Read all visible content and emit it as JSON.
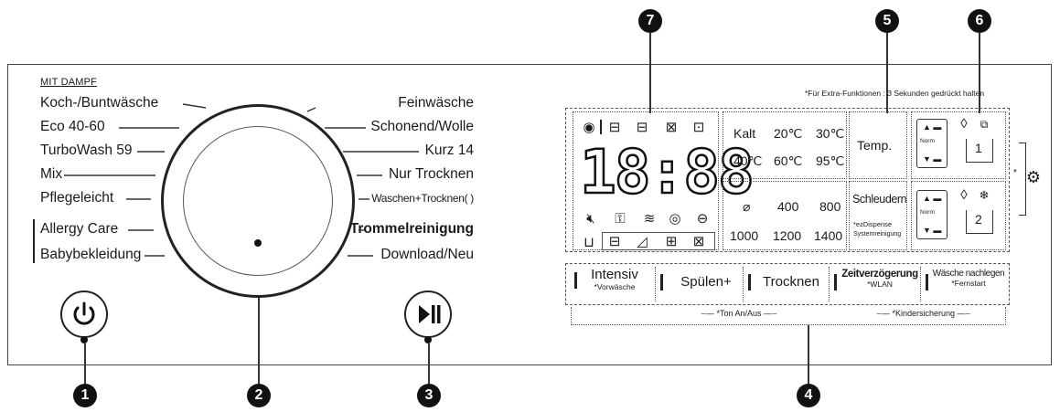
{
  "callouts": [
    "1",
    "2",
    "3",
    "4",
    "5",
    "6",
    "7"
  ],
  "steam_label": "MIT DAMPF",
  "left_programs": [
    "Koch-/Buntwäsche",
    "Eco 40-60",
    "TurboWash 59",
    "Mix",
    "Pflegeleicht",
    "Allergy Care",
    "Babybekleidung"
  ],
  "right_programs": [
    "Feinwäsche",
    "Schonend/Wolle",
    "Kurz 14",
    "Nur Trocknen",
    "Waschen+Trocknen(  )",
    "Trommelreinigung",
    "Download/Neu"
  ],
  "extra_note": "*Für Extra-Funktionen : 3 Sekunden gedrückt halten",
  "display": {
    "digits": "18:88",
    "top_icons": [
      "tag-icon",
      "basket-icon",
      "basket-steam-icon",
      "shirt-icon",
      "shirt-tag-icon"
    ],
    "mid_icons": [
      "mute-icon",
      "child-lock-icon",
      "wifi-icon",
      "smart-diagnosis-icon",
      "no-entry-icon"
    ],
    "bottom_icons": [
      "tub-icon",
      "wash-icon",
      "rinse-icon",
      "spin-icon",
      "dry-icon"
    ]
  },
  "temp": {
    "values": [
      "Kalt",
      "20℃",
      "30℃",
      "40℃",
      "60℃",
      "95℃"
    ],
    "button": "Temp."
  },
  "spin": {
    "values": [
      "⌀",
      "400",
      "800",
      "1000",
      "1200",
      "1400"
    ],
    "button": "Schleudern",
    "sub1": "*ezDispense",
    "sub2": "Systemreinigung"
  },
  "dispense": {
    "norm1": "Norm",
    "slot1": "1",
    "norm2": "Norm",
    "slot2": "2",
    "gear_mark": "*"
  },
  "options": [
    {
      "label": "Intensiv",
      "sub": "*Vorwäsche"
    },
    {
      "label": "Spülen+",
      "sub": ""
    },
    {
      "label": "Trocknen",
      "sub": ""
    },
    {
      "label": "Zeitverzögerung",
      "sub": "*WLAN"
    },
    {
      "label": "Wäsche nachlegen",
      "sub": "*Fernstart"
    }
  ],
  "combo1": "*Ton An/Aus",
  "combo2": "*Kindersicherung"
}
